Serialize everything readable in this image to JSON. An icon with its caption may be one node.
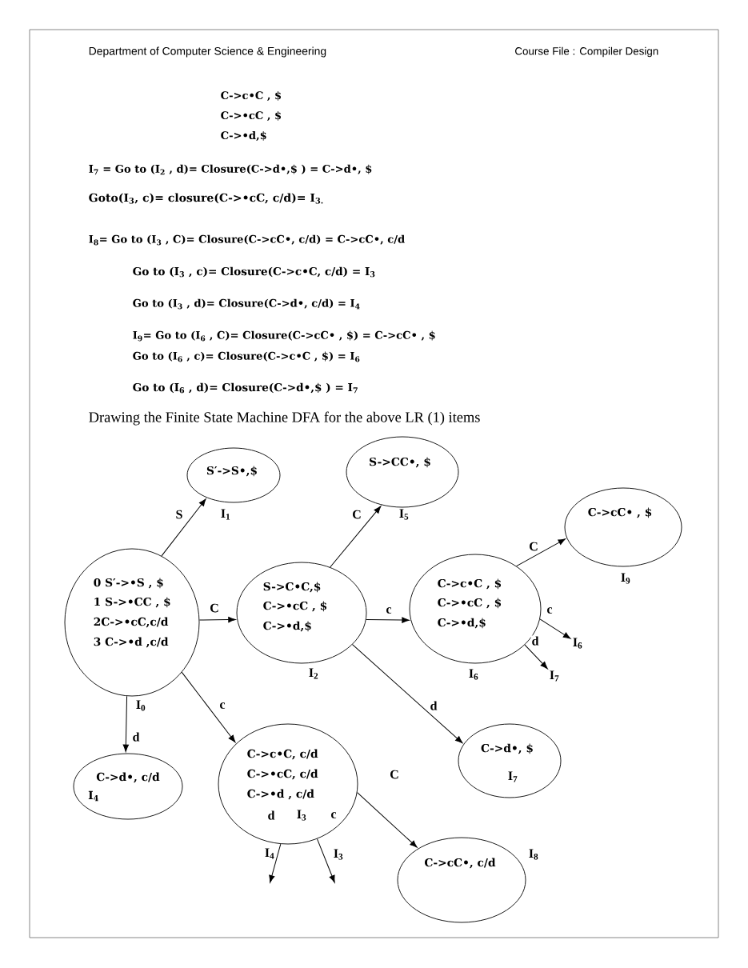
{
  "diagram": {
    "nodes": [
      {
        "text": [
          "S′->S•,$"
        ],
        "beside": [
          "I$_{1}$"
        ]
      },
      {
        "text": [
          "S->CC•, $"
        ],
        "beside": [
          "I$_{5}$"
        ]
      },
      {
        "text": [
          "C->cC• , $"
        ],
        "beside": [
          "I$_{9}$"
        ]
      },
      {
        "text": [
          "0 S′->•S , $",
          "1 S->•CC , $",
          "2C->•cC,c/d",
          "3 C->•d ,c/d"
        ],
        "beside": [
          "I$_{0}$"
        ]
      },
      {
        "text": [
          "S->C•C,$",
          "C->•cC , $",
          "C->•d,$"
        ],
        "beside": [
          "I$_{2}$"
        ]
      },
      {
        "text": [
          "C->c•C , $",
          "C->•cC , $",
          "C->•d,$"
        ],
        "beside": [
          "I$_{6}$"
        ]
      },
      {
        "text": [
          "I$_{6}$"
        ]
      },
      {
        "text": [
          "I$_{7}$"
        ]
      },
      {
        "text": [
          "C->d•, c/d",
          "I$_{4}$"
        ]
      },
      {
        "text": [
          "C->c•C, c/d",
          "C->•cC, c/d",
          "C->•d , c/d",
          "d",
          "I$_{3}$",
          "c"
        ]
      },
      {
        "text": [
          "C->d•, $",
          "I$_{7}$"
        ]
      },
      {
        "text": [
          "C->cC•, c/d"
        ],
        "beside": [
          "I$_{8}$"
        ]
      }
    ],
    "edges": [
      {
        "from": 3,
        "to": 0,
        "arrow": "to",
        "label": "S"
      },
      {
        "from": 3,
        "to": 4,
        "arrow": "to",
        "label": "C"
      },
      {
        "from": 4,
        "to": 1,
        "arrow": "to",
        "label": "C"
      },
      {
        "from": 4,
        "to": 5,
        "arrow": "to",
        "label": "c"
      },
      {
        "from": 4,
        "to": 10,
        "arrow": "to",
        "label": "d"
      },
      {
        "from": 5,
        "to": 2,
        "arrow": "to",
        "label": "C"
      },
      {
        "from": 5,
        "to": 6,
        "arrow": "to",
        "label": "c"
      },
      {
        "from": 5,
        "to": 7,
        "arrow": "to",
        "label": "d"
      },
      {
        "from": 3,
        "to": 8,
        "arrow": "to",
        "label": "d"
      },
      {
        "from": 3,
        "to": 9,
        "arrow": "to",
        "label": "c"
      },
      {
        "from": 9,
        "to": null,
        "arrow": "to",
        "label": "I$_{4}$"
      },
      {
        "from": 9,
        "to": null,
        "arrow": "to",
        "label": "I$_{3}$"
      },
      {
        "from": 9,
        "to": 11,
        "arrow": "to",
        "label": "C"
      }
    ],
    "labels": [
      "Department of Computer Science & Engineering",
      "Course File : Compiler Design",
      "C->c•C , $",
      "C->•cC , $",
      "C->•d,$",
      "I$_{7}$ = Go to (I$_{2}$ , d)= Closure(C->d•,$ ) = C->d•, $",
      "Goto(I$_{3}$, c)= closure(C->•cC, c/d)= I$_{3.}$",
      "I$_{8}$= Go to (I$_{3}$ , C)= Closure(C->cC•, c/d) = C->cC•, c/d",
      "Go to (I$_{3}$ , c)= Closure(C->c•C, c/d) = I$_{3}$",
      "Go to (I$_{3}$ , d)= Closure(C->d•, c/d) = I$_{4}$",
      "I$_{9}$= Go to (I$_{6}$ , C)= Closure(C->cC• , $) = C->cC• , $",
      "Go to (I$_{6}$ , c)= Closure(C->c•C , $) = I$_{6}$",
      "Go to (I$_{6}$ , d)= Closure(C->d•,$ ) = I$_{7}$",
      "Drawing the Finite State Machine DFA for the above LR (1) items"
    ]
  }
}
